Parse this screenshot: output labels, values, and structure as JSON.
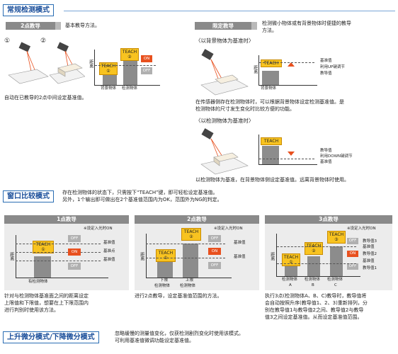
{
  "sec_normal": {
    "title": "常规检测模式"
  },
  "two_point": {
    "tag": "2点教导",
    "desc": "基本教导方法。",
    "caption": "自动在已教导的2点中间设定基准值。",
    "n1": "①",
    "n2": "②",
    "ylabel": "距离",
    "x1": "背景物体",
    "x2": "检测物体",
    "teach1": "TEACH",
    "teach1n": "①",
    "teach2": "TEACH",
    "teach2n": "②",
    "on": "ON",
    "off": "OFF"
  },
  "limit_teach": {
    "tag": "限定教导",
    "desc1": "检测微小物体或有背景物体时便捷的教导",
    "desc2": "方法。",
    "h1": "〈以背景物体为基准时〉",
    "a_teach": "TEACH",
    "a_l1": "基准值",
    "a_l2": "利用UP键调节",
    "a_l3": "教导值",
    "a_x": "背景物体",
    "caption1a": "在传感器侧存在检测物体时，可以根据背景物体设定检测基准值。是",
    "caption1b": "检测物体的尺寸发生变化时比较方便的功能。",
    "h2": "〈以检测物体为基准时〉",
    "b_teach": "TEACH",
    "b_l1": "教导值",
    "b_l2": "利用DOWN键调节",
    "b_l3": "基准值",
    "caption2": "以检测物体为基准，在背景物体侧设定基准值。远离背景物体时使用。"
  },
  "window": {
    "title": "窗口比较模式",
    "desc1": "存在检测物体的状态下，只需按下“TEACH”键，即可轻松设定基准值。",
    "desc2": "另外，1个输出即可做出在2个基准值范围内为OK，范围外为NG的判定。",
    "p1": {
      "head": "1点教导",
      "note": "※设定入光时ON",
      "teach": "TEACH",
      "n": "①",
      "l1": "基准值",
      "l2": "基准点",
      "l3": "基准值",
      "off1": "OFF",
      "on": "ON",
      "off2": "OFF",
      "x": "有检测物体",
      "ylabel": "距离",
      "cap1": "针对与检测物体基准面之间的距离设定",
      "cap2": "上限值和下限值，想要在上下限范围内",
      "cap3": "进行判别时使用该方法。"
    },
    "p2": {
      "head": "2点教导",
      "note": "※设定入光时ON",
      "t1": "TEACH",
      "n1": "①",
      "t2": "TEACH",
      "n2": "②",
      "l1": "基准值",
      "l2": "基准值",
      "off1": "OFF",
      "on": "ON",
      "off2": "OFF",
      "x1a": "下限",
      "x1b": "检测物体",
      "x2a": "上限",
      "x2b": "检测物体",
      "ylabel": "距离",
      "cap1": "进行2点教导，设定基准值范围的方法。"
    },
    "p3": {
      "head": "3点教导",
      "note": "※设定入光时ON",
      "t1": "TEACH",
      "n1": "①",
      "t2": "TEACH",
      "n2": "②",
      "t3": "TEACH",
      "n3": "③",
      "l1": "教导值3",
      "l2": "基准值",
      "l3": "教导值2",
      "l4": "基准值",
      "l5": "教导值1",
      "off1": "OFF",
      "on": "ON",
      "off2": "OFF",
      "x1a": "检测物体",
      "x1b": "A",
      "x2a": "检测物体",
      "x2b": "B",
      "x3a": "检测物体",
      "x3b": "C",
      "ylabel": "距离",
      "cap1": "执行3点(检测物体A、B、C)教导时，教导值将",
      "cap2": "会自动按照升序(教导值1、2、3)重新排列，分",
      "cap3": "别在教导值1与教导值2之间、教导值2与教导",
      "cap4": "值3之间设定基准值。从而设定基准值范围。"
    }
  },
  "updown": {
    "title": "上升微分模式/下降微分模式",
    "desc1": "忽略缓慢的测量值变化，仅获检测剧烈变化时使用该模式。",
    "desc2": "可利用基准值微调功能设定基准值。"
  },
  "colors": {
    "accent": "#1a4e9a",
    "teach": "#f8c320",
    "on": "#e8501e",
    "bar": "#8a8a8a"
  }
}
